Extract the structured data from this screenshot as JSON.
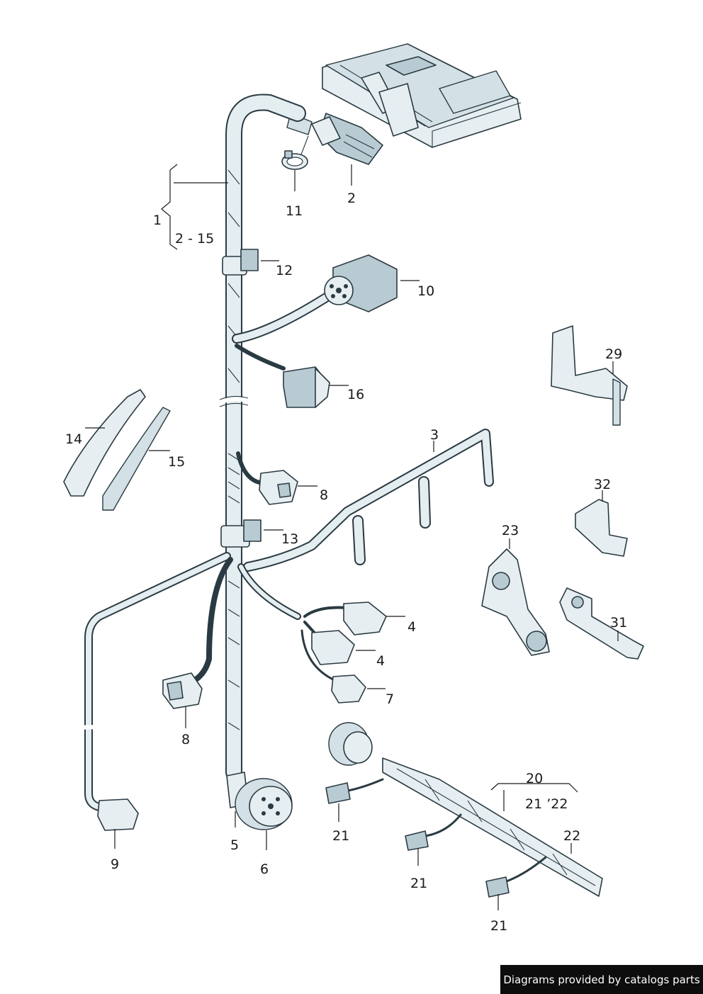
{
  "callouts": {
    "c1": "1",
    "c1_range": "2 - 15",
    "c2": "2",
    "c3": "3",
    "c4a": "4",
    "c4b": "4",
    "c5": "5",
    "c6": "6",
    "c7": "7",
    "c8a": "8",
    "c8b": "8",
    "c9": "9",
    "c10": "10",
    "c11": "11",
    "c12": "12",
    "c13": "13",
    "c14": "14",
    "c15": "15",
    "c16": "16",
    "c20": "20",
    "c20_range": "21 ’22",
    "c21a": "21",
    "c21b": "21",
    "c21c": "21",
    "c22": "22",
    "c23": "23",
    "c29": "29",
    "c31": "31",
    "c32": "32"
  },
  "footer": {
    "credit": "Diagrams provided by catalogs parts"
  }
}
